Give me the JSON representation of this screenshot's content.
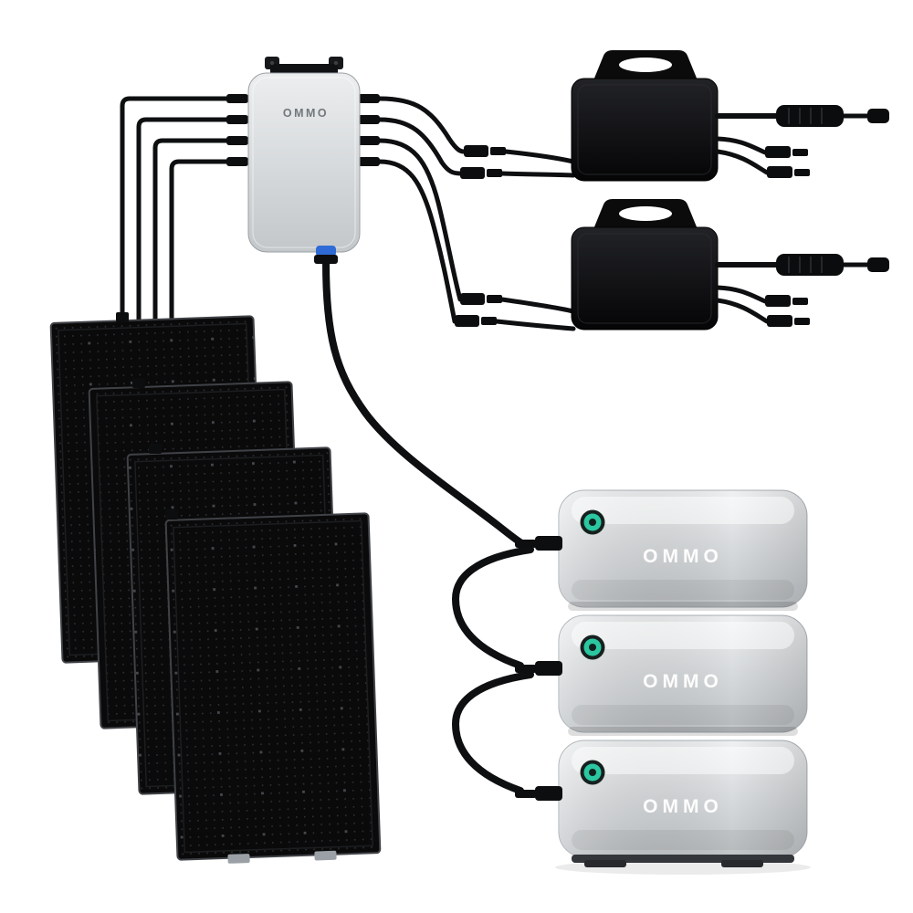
{
  "page": {
    "background_color": "#ffffff"
  },
  "brand": "OMMO",
  "diagram": {
    "combiner": {
      "label": "OMMO"
    },
    "microinverter_count": "2",
    "solar_panel_count": "4",
    "batteries": [
      {
        "label": "OMMO"
      },
      {
        "label": "OMMO"
      },
      {
        "label": "OMMO"
      }
    ],
    "colors": {
      "accent_teal": "#2bc7a1",
      "connector_blue": "#2e6bd6",
      "device_gray": "#d8dbde",
      "inverter_black": "#0b0c0d",
      "cable_black": "#0e0f10",
      "panel_black": "#0a0a0b",
      "battery_label_white": "#fdfdfd",
      "combiner_label_gray": "#72787d"
    }
  }
}
